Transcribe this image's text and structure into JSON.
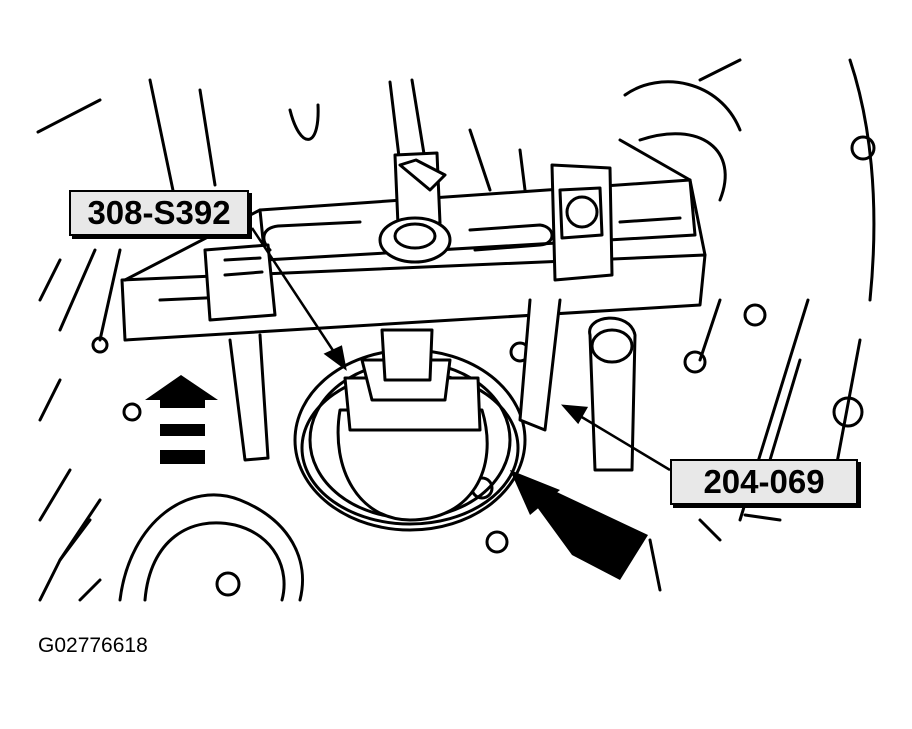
{
  "callouts": {
    "tool_1": "308-S392",
    "tool_2": "204-069"
  },
  "figure_id": "G02776618",
  "icons": [
    "direction-arrow-icon",
    "leader-arrow-icon"
  ]
}
